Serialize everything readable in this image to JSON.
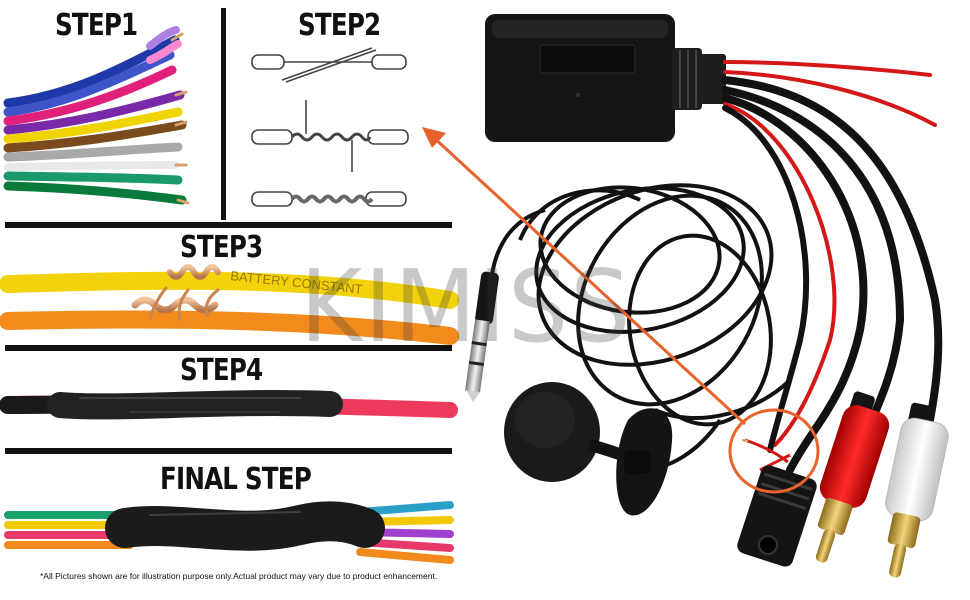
{
  "steps": {
    "step1": "STEP1",
    "step2": "STEP2",
    "step3": "STEP3",
    "step4": "STEP4",
    "final": "FINAL STEP"
  },
  "watermark": "KIMISS",
  "wire_print": "BATTERY CONSTANT",
  "disclaimer": "*All Pictures shown are for illustration purpose only.Actual product may vary due to product enhancement.",
  "colors": {
    "highlight": "#e8632b",
    "divider": "#111111",
    "module": "#151515"
  }
}
